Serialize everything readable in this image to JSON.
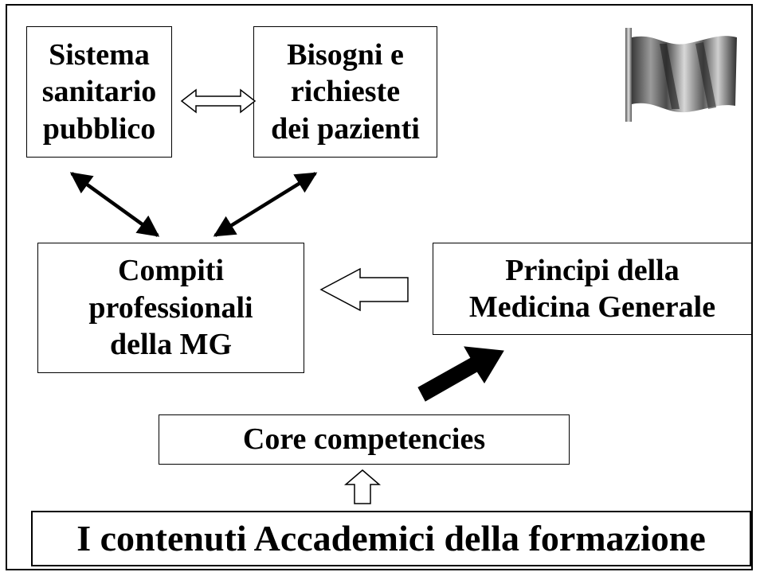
{
  "diagram": {
    "boxes": {
      "sistema": "Sistema\nsanitario\npubblico",
      "bisogni": "Bisogni e\nrichieste\ndei pazienti",
      "compiti": "Compiti\nprofessionali\ndella MG",
      "principi": "Principi della\nMedicina Generale",
      "core": "Core competencies",
      "contenuti": "I contenuti Accademici della formazione"
    }
  },
  "logo": {
    "icon": "flag-icon"
  }
}
